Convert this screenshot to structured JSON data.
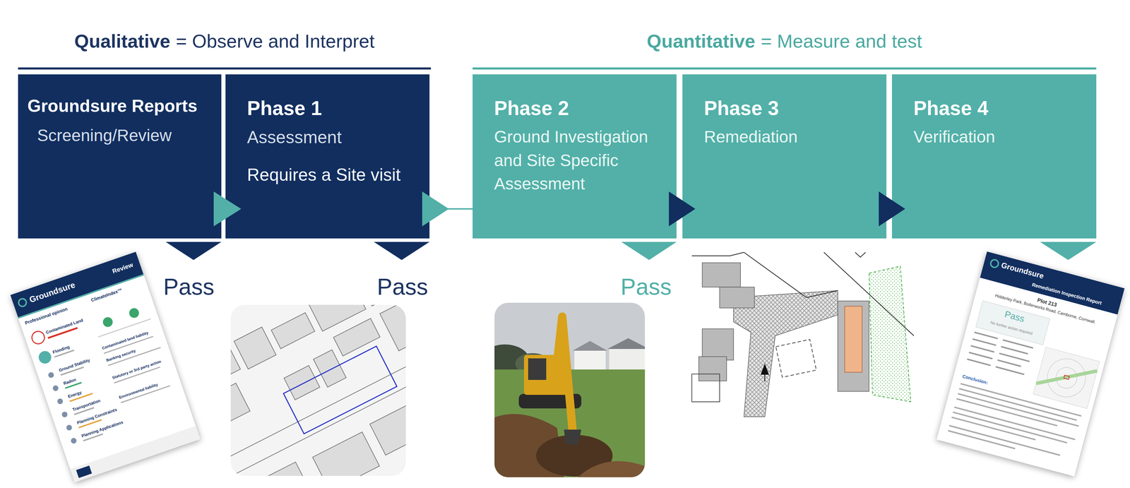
{
  "diagram": {
    "nodes": [
      {
        "text": [
          "Groundsure Reports",
          "Screening/Review"
        ]
      },
      {
        "text": [
          "Phase 1",
          "Assessment",
          "Requires a Site visit"
        ]
      },
      {
        "text": [
          "Phase 2",
          "Ground Investigation and Site Specific Assessment"
        ]
      },
      {
        "text": [
          "Phase 3",
          "Remediation"
        ]
      },
      {
        "text": [
          "Phase 4",
          "Verification"
        ]
      }
    ],
    "edges": [
      {
        "from": 0,
        "to": 1,
        "arrow": "to"
      },
      {
        "from": 1,
        "to": 2,
        "arrow": "to"
      },
      {
        "from": 2,
        "to": 3,
        "arrow": "to"
      },
      {
        "from": 3,
        "to": 4,
        "arrow": "to"
      }
    ],
    "labels": [
      "Qualitative",
      "= Observe and Interpret",
      "Quantitative",
      "= Measure and test",
      "Pass",
      "Pass",
      "Pass",
      "Groundsure",
      "Review",
      "Professional opinion",
      "ClimateIndex™",
      "Contaminated Land",
      "Flooding",
      "Ground Stability",
      "Radon",
      "Energy",
      "Transportation",
      "Planning Constraints",
      "Planning Applications",
      "Contaminated land liability",
      "Banking security",
      "Statutory or 3rd party action",
      "Environmental liability",
      "Groundsure",
      "Remediation Inspection Report",
      "Plot 213",
      "Hidderley Park, Boilerworks Road, Camborne, Cornwall.",
      "Pass",
      "No further action required",
      "Conclusion:"
    ]
  }
}
